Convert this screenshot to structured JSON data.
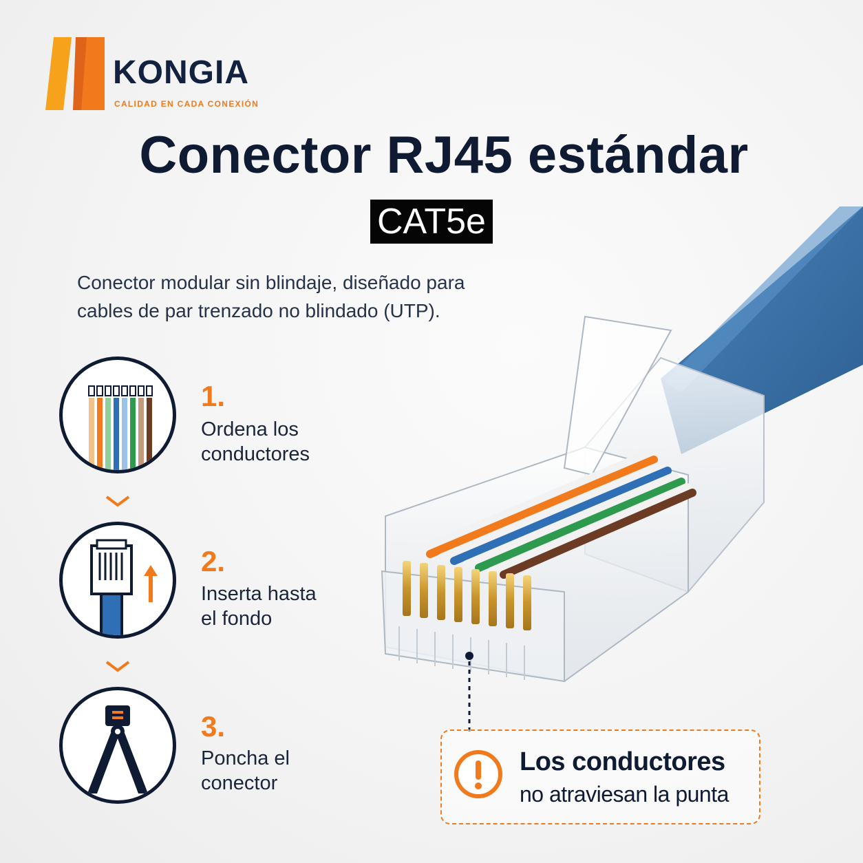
{
  "brand": {
    "name": "KONGIA",
    "tagline": "CALIDAD EN CADA CONEXIÓN",
    "orange": "#f07a1c",
    "navy": "#0f1a33"
  },
  "title": "Conector RJ45 estándar",
  "badge": "CAT5e",
  "description": "Conector modular sin blindaje, diseñado para cables de par trenzado no blindado (UTP).",
  "steps": [
    {
      "number": "1.",
      "line1": "Ordena los",
      "line2": "conductores",
      "icon": "wire-order-icon"
    },
    {
      "number": "2.",
      "line1": "Inserta hasta",
      "line2": "el fondo",
      "icon": "insert-connector-icon"
    },
    {
      "number": "3.",
      "line1": "Poncha el",
      "line2": "conector",
      "icon": "crimp-tool-icon"
    }
  ],
  "warning": {
    "title": "Los conductores",
    "subtitle": "no atraviesan la punta",
    "icon": "exclamation-icon"
  },
  "cable_color": "#3f78ad"
}
